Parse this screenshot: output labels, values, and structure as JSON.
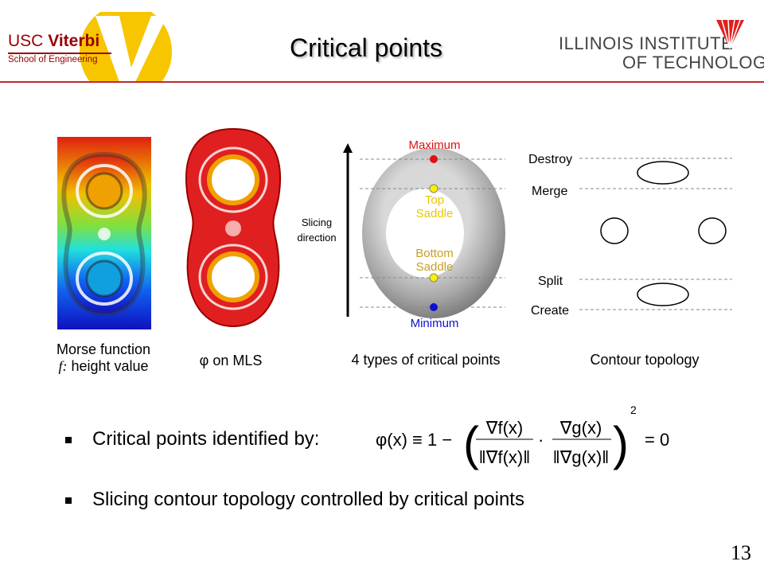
{
  "header": {
    "title": "Critical points",
    "left_logo": {
      "line1a": "USC",
      "line1b": "Viterbi",
      "line2": "School of Engineering"
    },
    "right_logo": {
      "line1": "ILLINOIS INSTITUTE",
      "line2": "OF TECHNOLOGY"
    }
  },
  "figures": {
    "morse_caption_line1": "Morse function",
    "morse_caption_f": "f:",
    "morse_caption_line2": " height value",
    "phi_caption": "φ on MLS",
    "critical_caption": "4 types of critical points",
    "contour_caption": "Contour topology",
    "torus": {
      "slicing_line1": "Slicing",
      "slicing_line2": "direction",
      "maximum": "Maximum",
      "top_saddle_1": "Top",
      "top_saddle_2": "Saddle",
      "bottom_saddle_1": "Bottom",
      "bottom_saddle_2": "Saddle",
      "minimum": "Minimum"
    },
    "contour": {
      "destroy": "Destroy",
      "merge": "Merge",
      "split": "Split",
      "create": "Create"
    }
  },
  "bullets": [
    {
      "text": "Critical points identified by: "
    },
    {
      "text": "Slicing contour topology controlled by critical points"
    }
  ],
  "formula": {
    "lhs": "φ(x) ≡ 1 −",
    "num1": "∇f(x)",
    "den1": "‖∇f(x)‖",
    "dot": "·",
    "num2": "∇g(x)",
    "den2": "‖∇g(x)‖",
    "exp": "2",
    "rhs": "= 0"
  },
  "page_number": "13",
  "colors": {
    "accent_red": "#c0282d",
    "maximum": "#e0101a",
    "minimum": "#1010d0",
    "saddle": "#e8c800",
    "bottom_saddle": "#c8a020"
  }
}
